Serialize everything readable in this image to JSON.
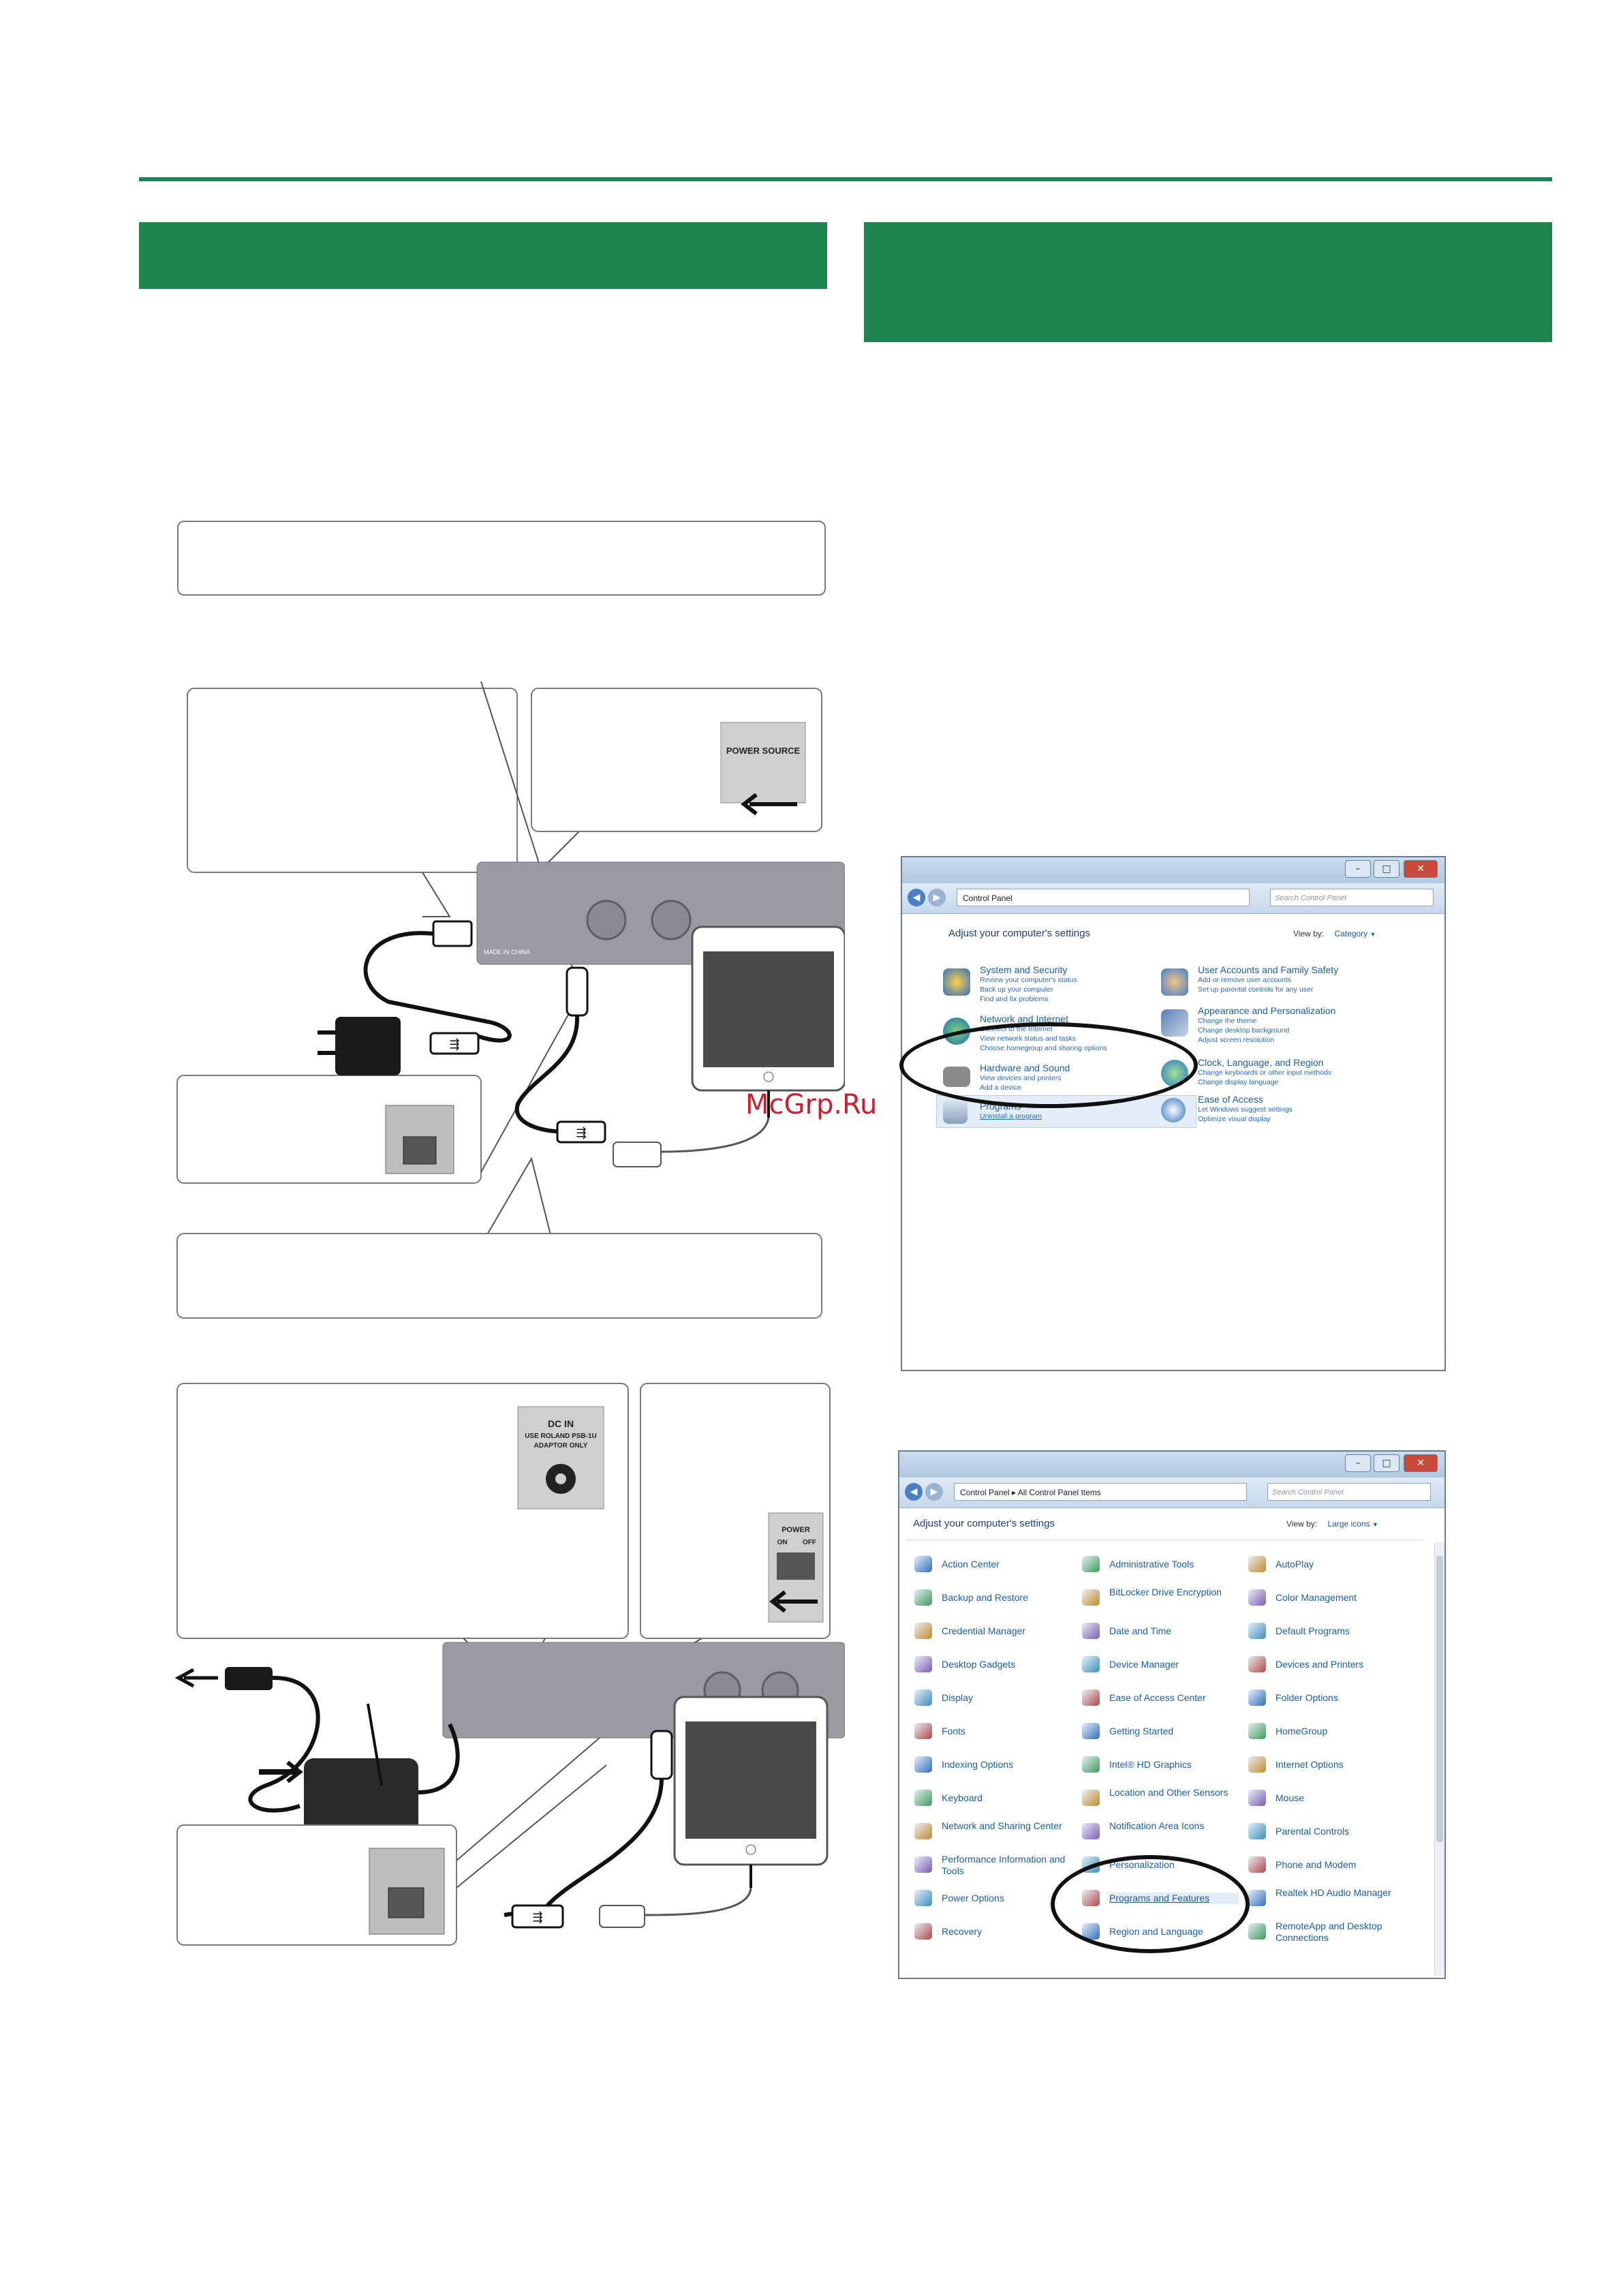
{
  "watermark": "McGrp.Ru",
  "colors": {
    "section_green": "#1d8450",
    "rule_green": "#1d8250",
    "watermark_red": "#c8202f"
  },
  "device_labels": {
    "power_source": "POWER SOURCE",
    "made_in": "MADE IN CHINA",
    "dc_in_line1": "DC IN",
    "dc_in_line2": "USE ROLAND PSB-1U",
    "dc_in_line3": "ADAPTOR ONLY",
    "power": "POWER",
    "power_on": "ON",
    "power_off": "OFF"
  },
  "screenshot1": {
    "address": "Control Panel",
    "search_placeholder": "Search Control Panel",
    "heading": "Adjust your computer's settings",
    "view_by_label": "View by:",
    "view_by_value": "Category",
    "categories": [
      {
        "title": "System and Security",
        "links": [
          "Review your computer's status",
          "Back up your computer",
          "Find and fix problems"
        ]
      },
      {
        "title": "Network and Internet",
        "links": [
          "Connect to the Internet",
          "View network status and tasks",
          "Choose homegroup and sharing options"
        ]
      },
      {
        "title": "Hardware and Sound",
        "links": [
          "View devices and printers",
          "Add a device"
        ]
      },
      {
        "title": "Programs",
        "links": [
          "Uninstall a program"
        ]
      },
      {
        "title": "User Accounts and Family Safety",
        "links": [
          "Add or remove user accounts",
          "Set up parental controls for any user"
        ]
      },
      {
        "title": "Appearance and Personalization",
        "links": [
          "Change the theme",
          "Change desktop background",
          "Adjust screen resolution"
        ]
      },
      {
        "title": "Clock, Language, and Region",
        "links": [
          "Change keyboards or other input methods",
          "Change display language"
        ]
      },
      {
        "title": "Ease of Access",
        "links": [
          "Let Windows suggest settings",
          "Optimize visual display"
        ]
      }
    ]
  },
  "screenshot2": {
    "address": "Control Panel  ▸  All Control Panel Items",
    "search_placeholder": "Search Control Panel",
    "heading": "Adjust your computer's settings",
    "view_by_label": "View by:",
    "view_by_value": "Large icons",
    "col1": [
      "Action Center",
      "Backup and Restore",
      "Credential Manager",
      "Desktop Gadgets",
      "Display",
      "Fonts",
      "Indexing Options",
      "Keyboard",
      "Network and Sharing Center",
      "Performance Information and Tools",
      "Power Options",
      "Recovery"
    ],
    "col2": [
      "Administrative Tools",
      "BitLocker Drive Encryption",
      "Date and Time",
      "Device Manager",
      "Ease of Access Center",
      "Getting Started",
      "Intel® HD Graphics",
      "Location and Other Sensors",
      "Notification Area Icons",
      "Personalization",
      "Programs and Features",
      "Region and Language"
    ],
    "col3": [
      "AutoPlay",
      "Color Management",
      "Default Programs",
      "Devices and Printers",
      "Folder Options",
      "HomeGroup",
      "Internet Options",
      "Mouse",
      "Parental Controls",
      "Phone and Modem",
      "Realtek HD Audio Manager",
      "RemoteApp and Desktop Connections"
    ]
  }
}
